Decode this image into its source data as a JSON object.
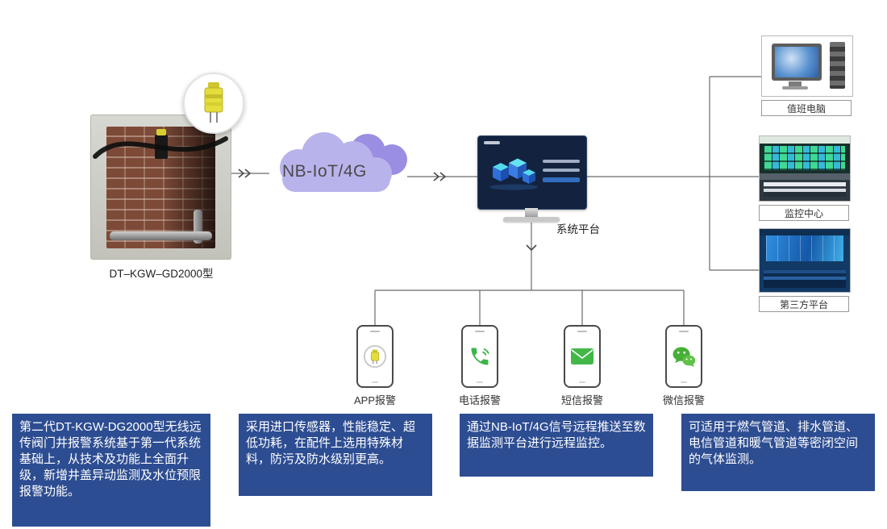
{
  "device": {
    "label": "DT–KGW–GD2000型"
  },
  "network": {
    "label": "NB-IoT/4G"
  },
  "platform": {
    "label": "系统平台"
  },
  "outputs": [
    {
      "label": "值班电脑"
    },
    {
      "label": "监控中心"
    },
    {
      "label": "第三方平台"
    }
  ],
  "alarms": [
    {
      "label": "APP报警",
      "icon": "app-alarm-icon"
    },
    {
      "label": "电话报警",
      "icon": "phone-call-icon"
    },
    {
      "label": "短信报警",
      "icon": "sms-envelope-icon"
    },
    {
      "label": "微信报警",
      "icon": "wechat-icon"
    }
  ],
  "notes": [
    {
      "text": "第二代DT-KGW-DG2000型无线远传阀门井报警系统基于第一代系统基础上，从技术及功能上全面升级，新增井盖异动监测及水位预限报警功能。"
    },
    {
      "text": "采用进口传感器，性能稳定、超低功耗，在配件上选用特殊材料，防污及防水级别更高。"
    },
    {
      "text": "通过NB-IoT/4G信号远程推送至数据监测平台进行远程监控。"
    },
    {
      "text": "可适用于燃气管道、排水管道、电信管道和暖气管道等密闭空间的气体监测。"
    }
  ],
  "colors": {
    "note_background": "#2d4d92",
    "alarm_green": "#3cb54a",
    "wechat_green": "#45b035",
    "cloud_front": "#b9b3ec",
    "cloud_back": "#9a8ee2",
    "screen_navy": "#13233f",
    "connector": "#6b6b6b",
    "sensor_yellow": "#e4de3c"
  }
}
